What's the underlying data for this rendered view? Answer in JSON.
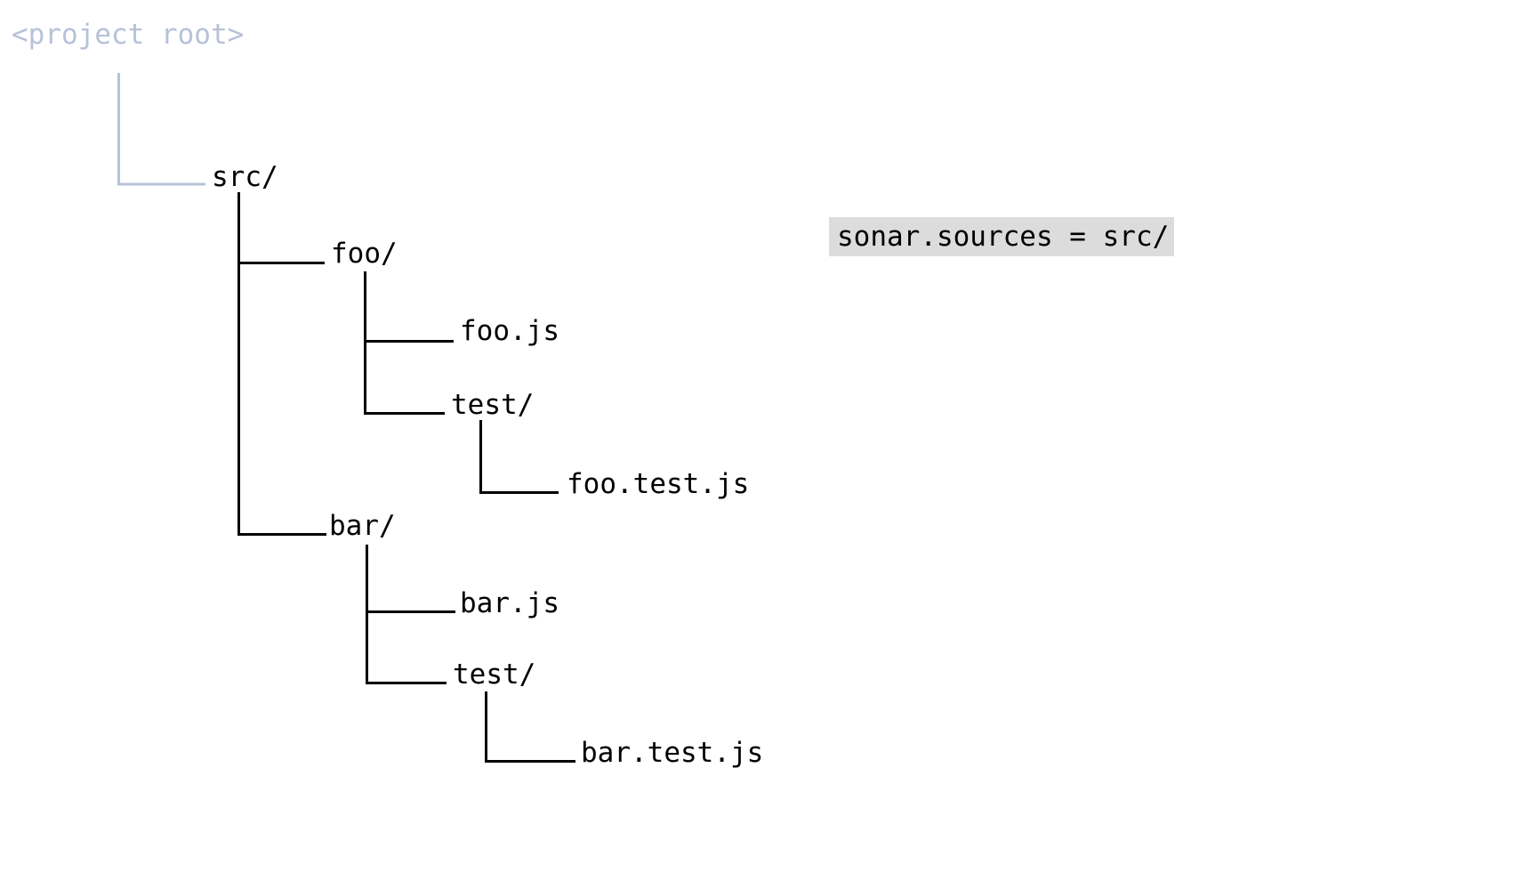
{
  "tree": {
    "name": "<project root>",
    "children": [
      {
        "name": "src/",
        "children": [
          {
            "name": "foo/",
            "children": [
              {
                "name": "foo.js"
              },
              {
                "name": "test/",
                "children": [
                  {
                    "name": "foo.test.js"
                  }
                ]
              }
            ]
          },
          {
            "name": "bar/",
            "children": [
              {
                "name": "bar.js"
              },
              {
                "name": "test/",
                "children": [
                  {
                    "name": "bar.test.js"
                  }
                ]
              }
            ]
          }
        ]
      }
    ]
  },
  "annotation": {
    "text": "sonar.sources = src/"
  },
  "colors": {
    "root_accent": "#b7c1d8",
    "tree_line": "#000000",
    "label_text": "#000000",
    "annotation_bg": "#dcdcdc",
    "page_bg": "#ffffff"
  }
}
